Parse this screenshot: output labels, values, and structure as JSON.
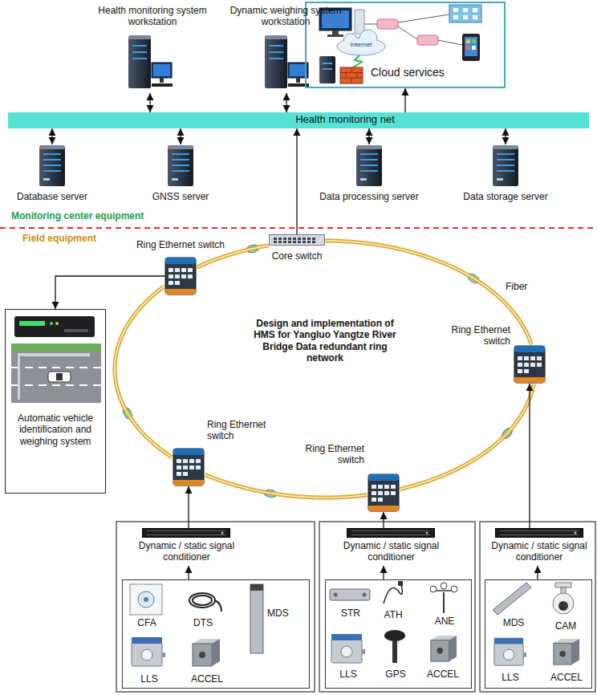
{
  "diagram": {
    "nodes": [
      {
        "text": [
          "Cloud services"
        ]
      },
      {
        "text": [
          "Health monitoring system workstation"
        ]
      },
      {
        "text": [
          "Dynamic weighing system workstation"
        ]
      },
      {
        "text": [
          "Health monitoring net"
        ]
      },
      {
        "text": [
          "Database server"
        ]
      },
      {
        "text": [
          "GNSS server"
        ]
      },
      {
        "text": [
          "Data processing server"
        ]
      },
      {
        "text": [
          "Data storage server"
        ]
      },
      {
        "text": [
          "Core switch"
        ]
      },
      {
        "text": [
          "Ring Ethernet switch"
        ]
      },
      {
        "text": [
          "Ring Ethernet switch"
        ]
      },
      {
        "text": [
          "Ring Ethernet switch"
        ]
      },
      {
        "text": [
          "Ring Ethernet switch"
        ]
      },
      {
        "text": [
          "Automatic vehicle identification and weighing system"
        ]
      },
      {
        "text": [
          "Dynamic / static signal conditioner"
        ]
      },
      {
        "text": [
          "CFA",
          "DTS",
          "MDS",
          "LLS",
          "ACCEL"
        ]
      },
      {
        "text": [
          "Dynamic / static signal conditioner"
        ]
      },
      {
        "text": [
          "STR",
          "ATH",
          "ANE",
          "LLS",
          "GPS",
          "ACCEL"
        ]
      },
      {
        "text": [
          "Dynamic / static signal conditioner"
        ]
      },
      {
        "text": [
          "MDS",
          "CAM",
          "LLS",
          "ACCEL"
        ]
      }
    ],
    "edges": [
      {
        "from": 3,
        "to": 0,
        "arrow": "to"
      },
      {
        "from": 3,
        "to": 1,
        "arrow": "both"
      },
      {
        "from": 3,
        "to": 2,
        "arrow": "both"
      },
      {
        "from": 3,
        "to": 4,
        "arrow": "both"
      },
      {
        "from": 3,
        "to": 5,
        "arrow": "both"
      },
      {
        "from": 3,
        "to": 6,
        "arrow": "both"
      },
      {
        "from": 3,
        "to": 7,
        "arrow": "both"
      },
      {
        "from": 8,
        "to": 3,
        "arrow": "to"
      },
      {
        "from": 8,
        "to": 10,
        "arrow": "none"
      },
      {
        "from": 10,
        "to": 12,
        "arrow": "none"
      },
      {
        "from": 12,
        "to": 11,
        "arrow": "none"
      },
      {
        "from": 11,
        "to": 9,
        "arrow": "none"
      },
      {
        "from": 9,
        "to": 8,
        "arrow": "none"
      },
      {
        "from": 9,
        "to": 13,
        "arrow": "to"
      },
      {
        "from": 14,
        "to": 11,
        "arrow": "to"
      },
      {
        "from": 15,
        "to": 14,
        "arrow": "to"
      },
      {
        "from": 16,
        "to": 12,
        "arrow": "to"
      },
      {
        "from": 17,
        "to": 16,
        "arrow": "to"
      },
      {
        "from": 18,
        "to": 10,
        "arrow": "to"
      },
      {
        "from": 19,
        "to": 18,
        "arrow": "to"
      }
    ],
    "labels": [
      "Internet",
      "Monitoring center equipment",
      "Field equipment",
      "Fiber",
      "Design and implementation of HMS for Yangluo Yangtze River Bridge Data redundant ring network"
    ]
  }
}
